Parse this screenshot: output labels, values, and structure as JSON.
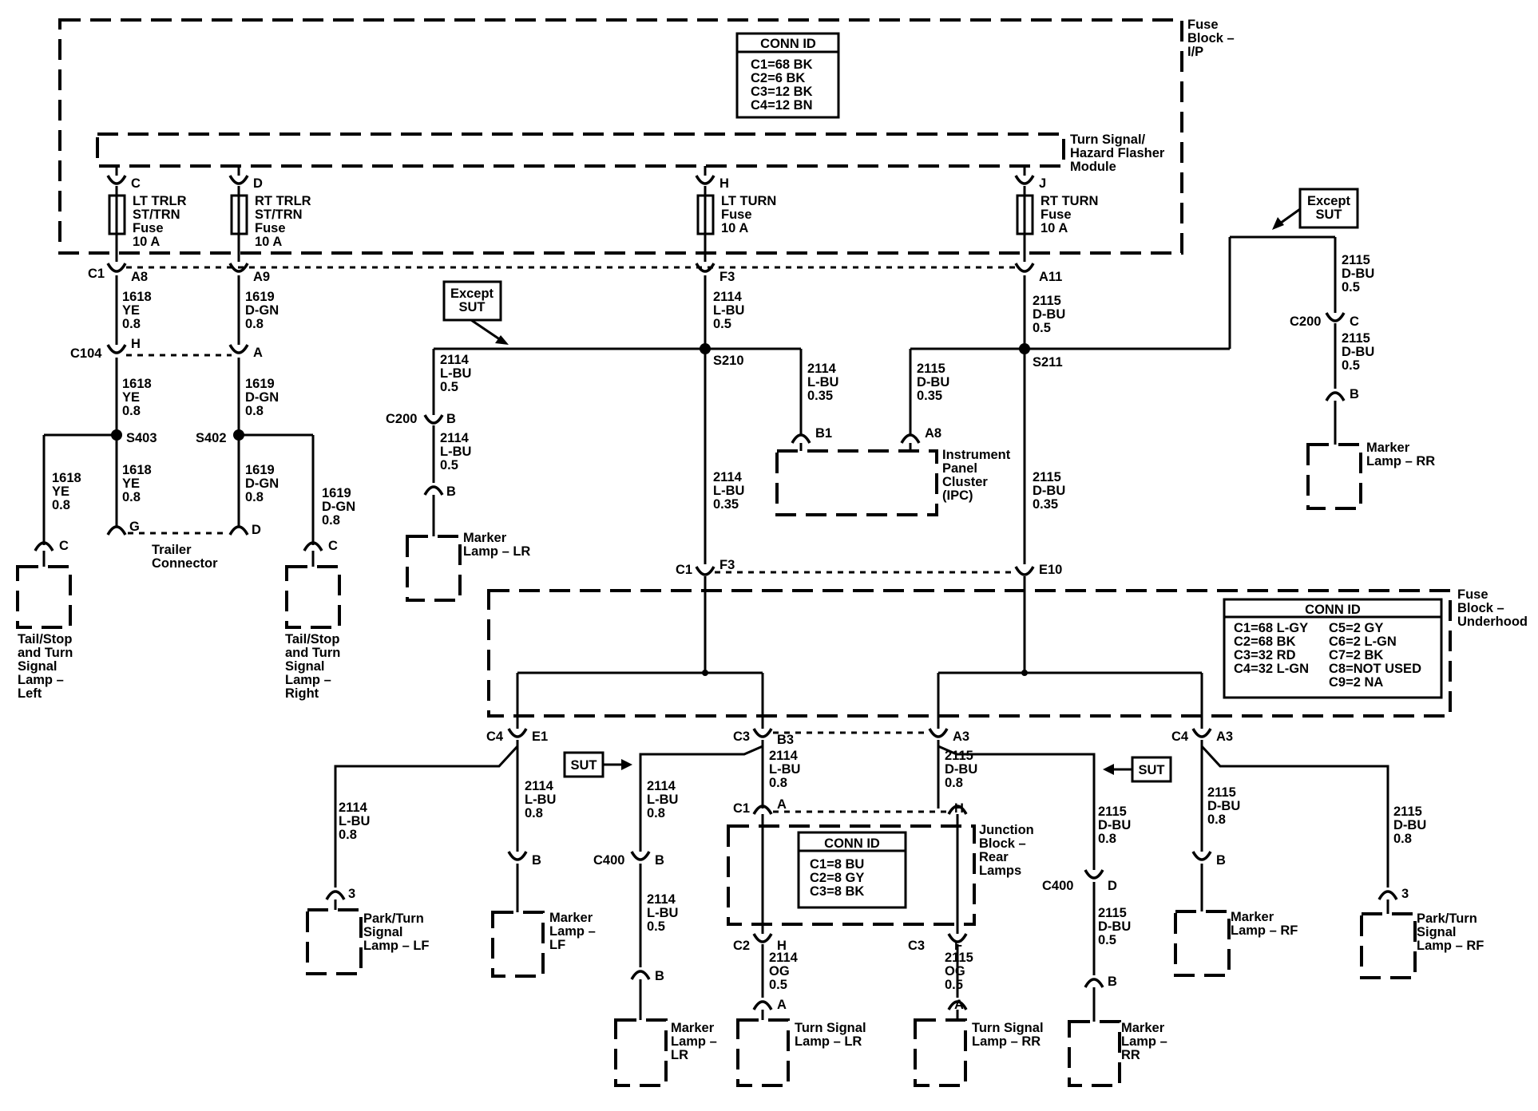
{
  "modules": [
    {
      "id": "fuse-block-ip",
      "label": [
        "Fuse",
        "Block –",
        "I/P"
      ]
    },
    {
      "id": "turn-signal-module",
      "label": [
        "Turn Signal/",
        "Hazard Flasher",
        "Module"
      ]
    },
    {
      "id": "fuse-block-underhood",
      "label": [
        "Fuse",
        "Block –",
        "Underhood"
      ]
    },
    {
      "id": "junction-block",
      "label": [
        "Junction",
        "Block –",
        "Rear",
        "Lamps"
      ]
    },
    {
      "id": "ipc",
      "label": [
        "Instrument",
        "Panel",
        "Cluster",
        "(IPC)"
      ]
    },
    {
      "id": "trailer-connector",
      "label": [
        "Trailer",
        "Connector"
      ]
    }
  ],
  "conn_tables": [
    {
      "id": "conn-id-ip",
      "title": "CONN ID",
      "rows": [
        "C1=68 BK",
        "C2=6 BK",
        "C3=12 BK",
        "C4=12 BN"
      ]
    },
    {
      "id": "conn-id-underhood",
      "title": "CONN ID",
      "rows": [
        "C1=68 L-GY",
        "C2=68 BK",
        "C3=32 RD",
        "C4=32 L-GN",
        "C5=2 GY",
        "C6=2 L-GN",
        "C7=2 BK",
        "C8=NOT USED",
        "C9=2 NA"
      ]
    },
    {
      "id": "conn-id-junction",
      "title": "CONN ID",
      "rows": [
        "C1=8 BU",
        "C2=8 GY",
        "C3=8 BK"
      ]
    }
  ],
  "fuses": [
    {
      "id": "lt-trlr",
      "label": [
        "LT TRLR",
        "ST/TRN",
        "Fuse",
        "10 A"
      ]
    },
    {
      "id": "rt-trlr",
      "label": [
        "RT TRLR",
        "ST/TRN",
        "Fuse",
        "10 A"
      ]
    },
    {
      "id": "lt-turn",
      "label": [
        "LT TURN",
        "Fuse",
        "10 A"
      ]
    },
    {
      "id": "rt-turn",
      "label": [
        "RT TURN",
        "Fuse",
        "10 A"
      ]
    }
  ],
  "lamps": [
    {
      "id": "tail-left",
      "label": [
        "Tail/Stop",
        "and Turn",
        "Signal",
        "Lamp –",
        "Left"
      ]
    },
    {
      "id": "tail-right",
      "label": [
        "Tail/Stop",
        "and Turn",
        "Signal",
        "Lamp –",
        "Right"
      ]
    },
    {
      "id": "marker-lr-top",
      "label": [
        "Marker",
        "Lamp – LR"
      ]
    },
    {
      "id": "marker-rr-top",
      "label": [
        "Marker",
        "Lamp – RR"
      ]
    },
    {
      "id": "park-turn-lf",
      "label": [
        "Park/Turn",
        "Signal",
        "Lamp – LF"
      ]
    },
    {
      "id": "marker-lf",
      "label": [
        "Marker",
        "Lamp –",
        "LF"
      ]
    },
    {
      "id": "marker-lr-bottom",
      "label": [
        "Marker",
        "Lamp –",
        "LR"
      ]
    },
    {
      "id": "turn-lamp-lr",
      "label": [
        "Turn Signal",
        "Lamp – LR"
      ]
    },
    {
      "id": "turn-lamp-rr",
      "label": [
        "Turn Signal",
        "Lamp – RR"
      ]
    },
    {
      "id": "marker-rr-bottom",
      "label": [
        "Marker",
        "Lamp –",
        "RR"
      ]
    },
    {
      "id": "marker-rf",
      "label": [
        "Marker",
        "Lamp – RF"
      ]
    },
    {
      "id": "park-turn-rf",
      "label": [
        "Park/Turn",
        "Signal",
        "Lamp – RF"
      ]
    }
  ],
  "callouts": [
    {
      "id": "except-sut-left",
      "label": [
        "Except",
        "SUT"
      ]
    },
    {
      "id": "except-sut-right",
      "label": [
        "Except",
        "SUT"
      ]
    },
    {
      "id": "sut-left",
      "label": [
        "SUT"
      ]
    },
    {
      "id": "sut-right",
      "label": [
        "SUT"
      ]
    }
  ],
  "wire_labels": [
    {
      "id": "w1618-a",
      "lines": [
        "1618",
        "YE",
        "0.8"
      ]
    },
    {
      "id": "w1619-a",
      "lines": [
        "1619",
        "D-GN",
        "0.8"
      ]
    },
    {
      "id": "w1618-b",
      "lines": [
        "1618",
        "YE",
        "0.8"
      ]
    },
    {
      "id": "w1619-b",
      "lines": [
        "1619",
        "D-GN",
        "0.8"
      ]
    },
    {
      "id": "w1618-c",
      "lines": [
        "1618",
        "YE",
        "0.8"
      ]
    },
    {
      "id": "w1618-d",
      "lines": [
        "1618",
        "YE",
        "0.8"
      ]
    },
    {
      "id": "w1619-c",
      "lines": [
        "1619",
        "D-GN",
        "0.8"
      ]
    },
    {
      "id": "w1619-d",
      "lines": [
        "1619",
        "D-GN",
        "0.8"
      ]
    },
    {
      "id": "w2114-a",
      "lines": [
        "2114",
        "L-BU",
        "0.5"
      ]
    },
    {
      "id": "w2114-b",
      "lines": [
        "2114",
        "L-BU",
        "0.5"
      ]
    },
    {
      "id": "w2114-c",
      "lines": [
        "2114",
        "L-BU",
        "0.5"
      ]
    },
    {
      "id": "w2114-d",
      "lines": [
        "2114",
        "L-BU",
        "0.35"
      ]
    },
    {
      "id": "w2114-e",
      "lines": [
        "2114",
        "L-BU",
        "0.35"
      ]
    },
    {
      "id": "w2115-a",
      "lines": [
        "2115",
        "D-BU",
        "0.35"
      ]
    },
    {
      "id": "w2115-b",
      "lines": [
        "2115",
        "D-BU",
        "0.5"
      ]
    },
    {
      "id": "w2115-c",
      "lines": [
        "2115",
        "D-BU",
        "0.35"
      ]
    },
    {
      "id": "w2115-d",
      "lines": [
        "2115",
        "D-BU",
        "0.5"
      ]
    },
    {
      "id": "w2115-e",
      "lines": [
        "2115",
        "D-BU",
        "0.5"
      ]
    },
    {
      "id": "w2114-f",
      "lines": [
        "2114",
        "L-BU",
        "0.8"
      ]
    },
    {
      "id": "w2114-g",
      "lines": [
        "2114",
        "L-BU",
        "0.8"
      ]
    },
    {
      "id": "w2114-h",
      "lines": [
        "2114",
        "L-BU",
        "0.8"
      ]
    },
    {
      "id": "w2114-i",
      "lines": [
        "2114",
        "L-BU",
        "0.8"
      ]
    },
    {
      "id": "w2114-j",
      "lines": [
        "2114",
        "L-BU",
        "0.5"
      ]
    },
    {
      "id": "w2114-k",
      "lines": [
        "2114",
        "OG",
        "0.5"
      ]
    },
    {
      "id": "w2115-f",
      "lines": [
        "2115",
        "D-BU",
        "0.8"
      ]
    },
    {
      "id": "w2115-g",
      "lines": [
        "2115",
        "D-BU",
        "0.8"
      ]
    },
    {
      "id": "w2115-h",
      "lines": [
        "2115",
        "D-BU",
        "0.8"
      ]
    },
    {
      "id": "w2115-i",
      "lines": [
        "2115",
        "D-BU",
        "0.8"
      ]
    },
    {
      "id": "w2115-j",
      "lines": [
        "2115",
        "D-BU",
        "0.5"
      ]
    },
    {
      "id": "w2115-k",
      "lines": [
        "2115",
        "OG",
        "0.5"
      ]
    }
  ],
  "pins": [
    {
      "id": "pin-c-top",
      "text": "C"
    },
    {
      "id": "pin-d-top",
      "text": "D"
    },
    {
      "id": "pin-h-top",
      "text": "H"
    },
    {
      "id": "pin-j-top",
      "text": "J"
    },
    {
      "id": "conn-c1-left",
      "text": "C1"
    },
    {
      "id": "pin-a8",
      "text": "A8"
    },
    {
      "id": "pin-a9",
      "text": "A9"
    },
    {
      "id": "pin-f3-top",
      "text": "F3"
    },
    {
      "id": "pin-a11",
      "text": "A11"
    },
    {
      "id": "conn-c104",
      "text": "C104"
    },
    {
      "id": "pin-h-c104",
      "text": "H"
    },
    {
      "id": "pin-a-c104",
      "text": "A"
    },
    {
      "id": "splice-s403",
      "text": "S403"
    },
    {
      "id": "splice-s402",
      "text": "S402"
    },
    {
      "id": "pin-g-trailer",
      "text": "G"
    },
    {
      "id": "pin-d-trailer",
      "text": "D"
    },
    {
      "id": "pin-c-tail-left",
      "text": "C"
    },
    {
      "id": "pin-c-tail-right",
      "text": "C"
    },
    {
      "id": "splice-s210",
      "text": "S210"
    },
    {
      "id": "splice-s211",
      "text": "S211"
    },
    {
      "id": "conn-c200-left",
      "text": "C200"
    },
    {
      "id": "pin-b-c200-left",
      "text": "B"
    },
    {
      "id": "pin-b-marker-lr-top",
      "text": "B"
    },
    {
      "id": "pin-b1-ipc",
      "text": "B1"
    },
    {
      "id": "pin-a8-ipc",
      "text": "A8"
    },
    {
      "id": "conn-c200-right",
      "text": "C200"
    },
    {
      "id": "pin-c-c200-right",
      "text": "C"
    },
    {
      "id": "pin-b-marker-rr-top",
      "text": "B"
    },
    {
      "id": "conn-c1-mid",
      "text": "C1"
    },
    {
      "id": "pin-f3-mid",
      "text": "F3"
    },
    {
      "id": "pin-e10",
      "text": "E10"
    },
    {
      "id": "conn-c4-left",
      "text": "C4"
    },
    {
      "id": "pin-e1",
      "text": "E1"
    },
    {
      "id": "conn-c3",
      "text": "C3"
    },
    {
      "id": "pin-b3",
      "text": "B3"
    },
    {
      "id": "pin-a3-mid",
      "text": "A3"
    },
    {
      "id": "conn-c4-right",
      "text": "C4"
    },
    {
      "id": "pin-a3-right",
      "text": "A3"
    },
    {
      "id": "pin-3-lf",
      "text": "3"
    },
    {
      "id": "pin-b-marker-lf",
      "text": "B"
    },
    {
      "id": "conn-c400-left",
      "text": "C400"
    },
    {
      "id": "pin-b-c400-left",
      "text": "B"
    },
    {
      "id": "pin-b-marker-lr-bottom",
      "text": "B"
    },
    {
      "id": "conn-c1-jb",
      "text": "C1"
    },
    {
      "id": "pin-a-jb",
      "text": "A"
    },
    {
      "id": "pin-h-jb",
      "text": "H"
    },
    {
      "id": "conn-c2-jb",
      "text": "C2"
    },
    {
      "id": "pin-h-c2",
      "text": "H"
    },
    {
      "id": "conn-c3-jb",
      "text": "C3"
    },
    {
      "id": "pin-f-c3",
      "text": "F"
    },
    {
      "id": "pin-a-turn-lr",
      "text": "A"
    },
    {
      "id": "pin-a-turn-rr",
      "text": "A"
    },
    {
      "id": "conn-c400-right",
      "text": "C400"
    },
    {
      "id": "pin-d-c400-right",
      "text": "D"
    },
    {
      "id": "pin-b-marker-rr-bottom",
      "text": "B"
    },
    {
      "id": "pin-b-marker-rf",
      "text": "B"
    },
    {
      "id": "pin-3-rf",
      "text": "3"
    }
  ]
}
